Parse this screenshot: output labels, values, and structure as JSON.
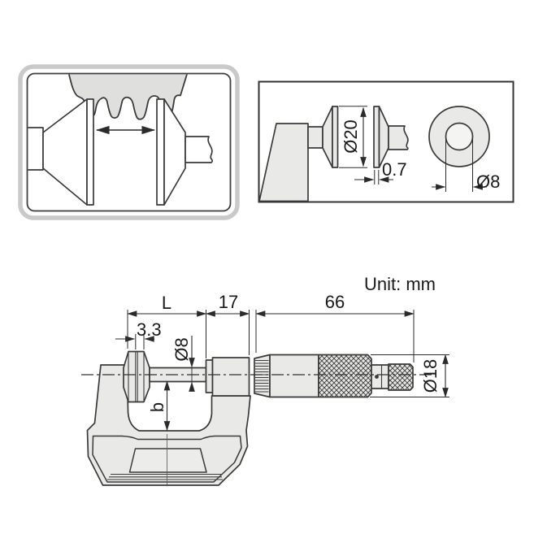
{
  "unit_label": "Unit: mm",
  "detail_inset": {
    "disc_diameter": "Ø20",
    "face_thickness": "0.7",
    "hub_hole_diameter": "Ø8"
  },
  "dimensions": {
    "anvil_length": "L",
    "sleeve_length": "17",
    "thimble_length": "66",
    "disc_thickness": "3.3",
    "spindle_diameter": "Ø8",
    "throat_depth": "b",
    "thimble_diameter": "Ø18"
  },
  "colors": {
    "part_fill": "#e9e9e7",
    "outline": "#3a3a3a",
    "gear_fill": "#dfdfdd",
    "inset_border": "#c9c9c9",
    "background": "#ffffff"
  }
}
